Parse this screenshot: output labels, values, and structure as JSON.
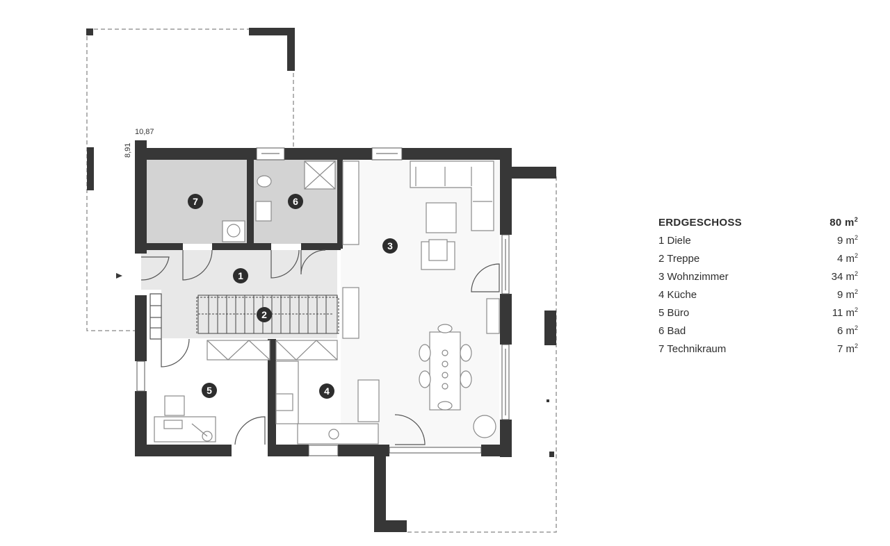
{
  "plan": {
    "dim_width": "10,87",
    "dim_depth": "8,91",
    "colors": {
      "wall": "#373737",
      "service_room": "#d3d3d3",
      "circulation": "#e8e8e8",
      "fixture": "#8a8a8a"
    },
    "badges": [
      "1",
      "2",
      "3",
      "4",
      "5",
      "6",
      "7"
    ]
  },
  "legend": {
    "title": "ERDGESCHOSS",
    "total": "80",
    "unit": "m",
    "unit_sup": "2",
    "rooms": [
      {
        "label": "1 Diele",
        "area": "9"
      },
      {
        "label": "2 Treppe",
        "area": "4"
      },
      {
        "label": "3 Wohnzimmer",
        "area": "34"
      },
      {
        "label": "4 Küche",
        "area": "9"
      },
      {
        "label": "5 Büro",
        "area": "11"
      },
      {
        "label": "6 Bad",
        "area": "6"
      },
      {
        "label": "7 Technikraum",
        "area": "7"
      }
    ]
  }
}
